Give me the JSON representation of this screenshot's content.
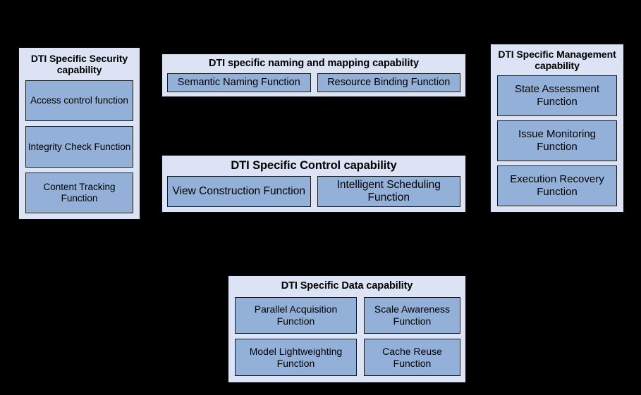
{
  "diagram": {
    "background_color": "#000000",
    "panel_fill": "#dce3f4",
    "function_fill": "#93b0d8",
    "border_color": "#0b0b0b",
    "panels": [
      {
        "id": "security",
        "title": "DTI Specific Security capability",
        "functions": [
          "Access control function",
          "Integrity Check Function",
          "Content Tracking Function"
        ]
      },
      {
        "id": "naming",
        "title": "DTI specific naming and mapping capability",
        "functions": [
          "Semantic Naming Function",
          "Resource Binding Function"
        ]
      },
      {
        "id": "control",
        "title": "DTI Specific Control capability",
        "functions": [
          "View Construction Function",
          "Intelligent Scheduling Function"
        ]
      },
      {
        "id": "management",
        "title": "DTI Specific Management capability",
        "functions": [
          "State Assessment Function",
          "Issue Monitoring Function",
          "Execution Recovery Function"
        ]
      },
      {
        "id": "data",
        "title": "DTI Specific Data capability",
        "functions": [
          "Parallel Acquisition Function",
          "Scale Awareness Function",
          "Model Lightweighting Function",
          "Cache Reuse Function"
        ]
      }
    ]
  }
}
